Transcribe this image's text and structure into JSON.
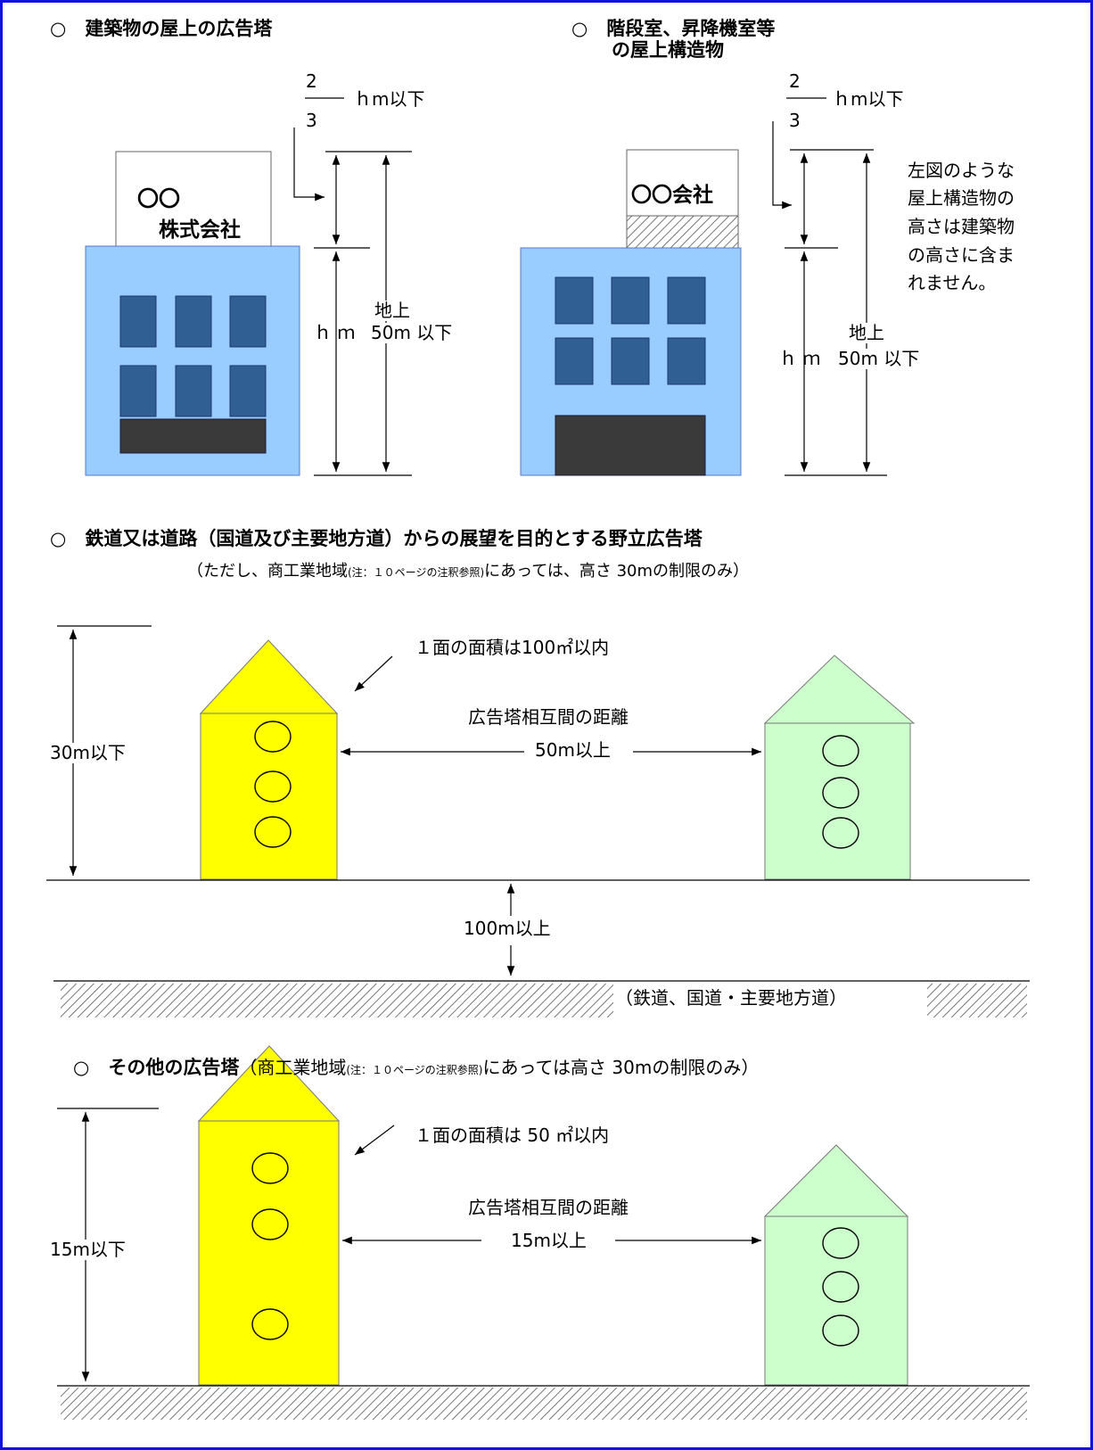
{
  "colors": {
    "frame": "#1010e0",
    "building": "#99ccff",
    "window": "#2f5f93",
    "door": "#3a3a3a",
    "tower_yellow": "#ffff00",
    "tower_green": "#ccffcc",
    "hatch": "#555555"
  },
  "section1": {
    "title": "○　建築物の屋上の広告塔",
    "fraction_numerator": "2",
    "fraction_denominator": "3",
    "fraction_unit": "ｈm以下",
    "sign_line1": "〇〇",
    "sign_line2": "株式会社",
    "h_label": "ｈ ｍ",
    "ground_line1": "地上",
    "ground_line2": "50m 以下"
  },
  "section2": {
    "title_line1": "○　階段室、昇降機室等",
    "title_line2": "の屋上構造物",
    "fraction_numerator": "2",
    "fraction_denominator": "3",
    "fraction_unit": "ｈm以下",
    "sign": "〇〇会社",
    "note_lines": [
      "左図のような",
      "屋上構造物の",
      "高さは建築物",
      "の高さに含ま",
      "れません。"
    ],
    "h_label": "ｈ ｍ",
    "ground_line1": "地上",
    "ground_line2": "50m 以下"
  },
  "section3": {
    "title": "○　鉄道又は道路（国道及び主要地方道）からの展望を目的とする野立広告塔",
    "sub_a": "（ただし、商工業地域",
    "sub_note": "(注：１０ページの注釈参照)",
    "sub_b": "にあっては、高さ 30mの制限のみ）",
    "height_label": "30m以下",
    "area_label": "１面の面積は100㎡以内",
    "distance_label": "広告塔相互間の距離",
    "distance_value": "50m以上",
    "setback_label": "100m以上",
    "road_label": "（鉄道、国道・主要地方道）"
  },
  "section4": {
    "title": "○　その他の広告塔",
    "sub_a": "（商工業地域",
    "sub_note": "(注：１０ページの注釈参照)",
    "sub_b": "にあっては高さ 30mの制限のみ）",
    "height_label": "15m以下",
    "area_label": "１面の面積は 50 ㎡以内",
    "distance_label": "広告塔相互間の距離",
    "distance_value": "15m以上"
  }
}
